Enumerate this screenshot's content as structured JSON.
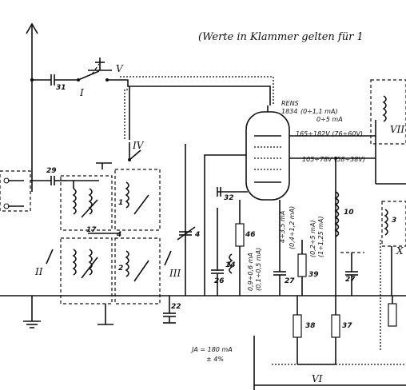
{
  "header_note": "(Werte in Klammer gelten für 1",
  "tube": {
    "name": "RENS",
    "type": "1834",
    "current": "(0÷1,1 mA)",
    "anode_current": "0÷5 mA",
    "grid_voltage": "165÷182V (76÷60V)",
    "screen_voltage": "105÷78V (58÷38V)"
  },
  "labels": {
    "c31": "31",
    "c29": "29",
    "c32": "32",
    "c17": "17",
    "c4a": "4",
    "c4b": "4",
    "c22": "22",
    "c26": "26",
    "c27a": "27",
    "c27b": "27",
    "r46": "46",
    "r14": "14",
    "r39": "39",
    "r10": "10",
    "r38": "38",
    "r37": "37",
    "coil1": "1",
    "coil2": "2",
    "coil3": "3",
    "v_grid": "4÷3,5 mA",
    "v_grid2": "(0,4÷1,2 mA)",
    "v_r14": "0,9÷0,6 mA",
    "v_r14b": "(0,1÷0,5 mA)",
    "v_r39": "(0,2÷5 mA)",
    "v_r39b": "(1÷1,25 mA)",
    "total_current": "JA = 180 mA",
    "tolerance": "± 4%"
  },
  "roman": {
    "I": "I",
    "II": "II",
    "III": "III",
    "IV": "IV",
    "V": "V",
    "VI": "VI",
    "VII": "VII",
    "X": "X"
  }
}
